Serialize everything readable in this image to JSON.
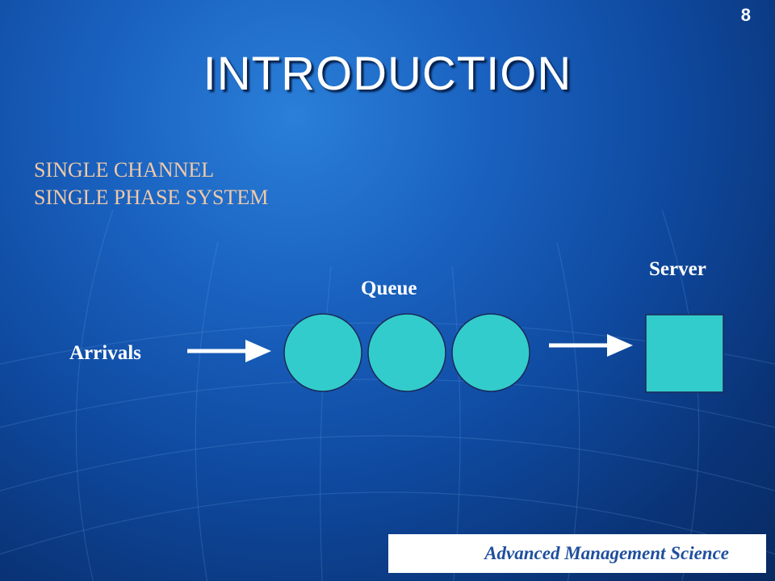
{
  "slide": {
    "number": "8",
    "title": "INTRODUCTION",
    "subtitle_lines": [
      "SINGLE CHANNEL",
      "SINGLE PHASE SYSTEM"
    ],
    "footer": "Advanced Management Science"
  },
  "diagram": {
    "labels": {
      "arrivals": "Arrivals",
      "queue": "Queue",
      "server": "Server"
    },
    "queue_count": 3,
    "colors": {
      "shape_fill": "#33cccc",
      "shape_stroke": "#1a2a5a",
      "arrow": "#ffffff"
    }
  }
}
